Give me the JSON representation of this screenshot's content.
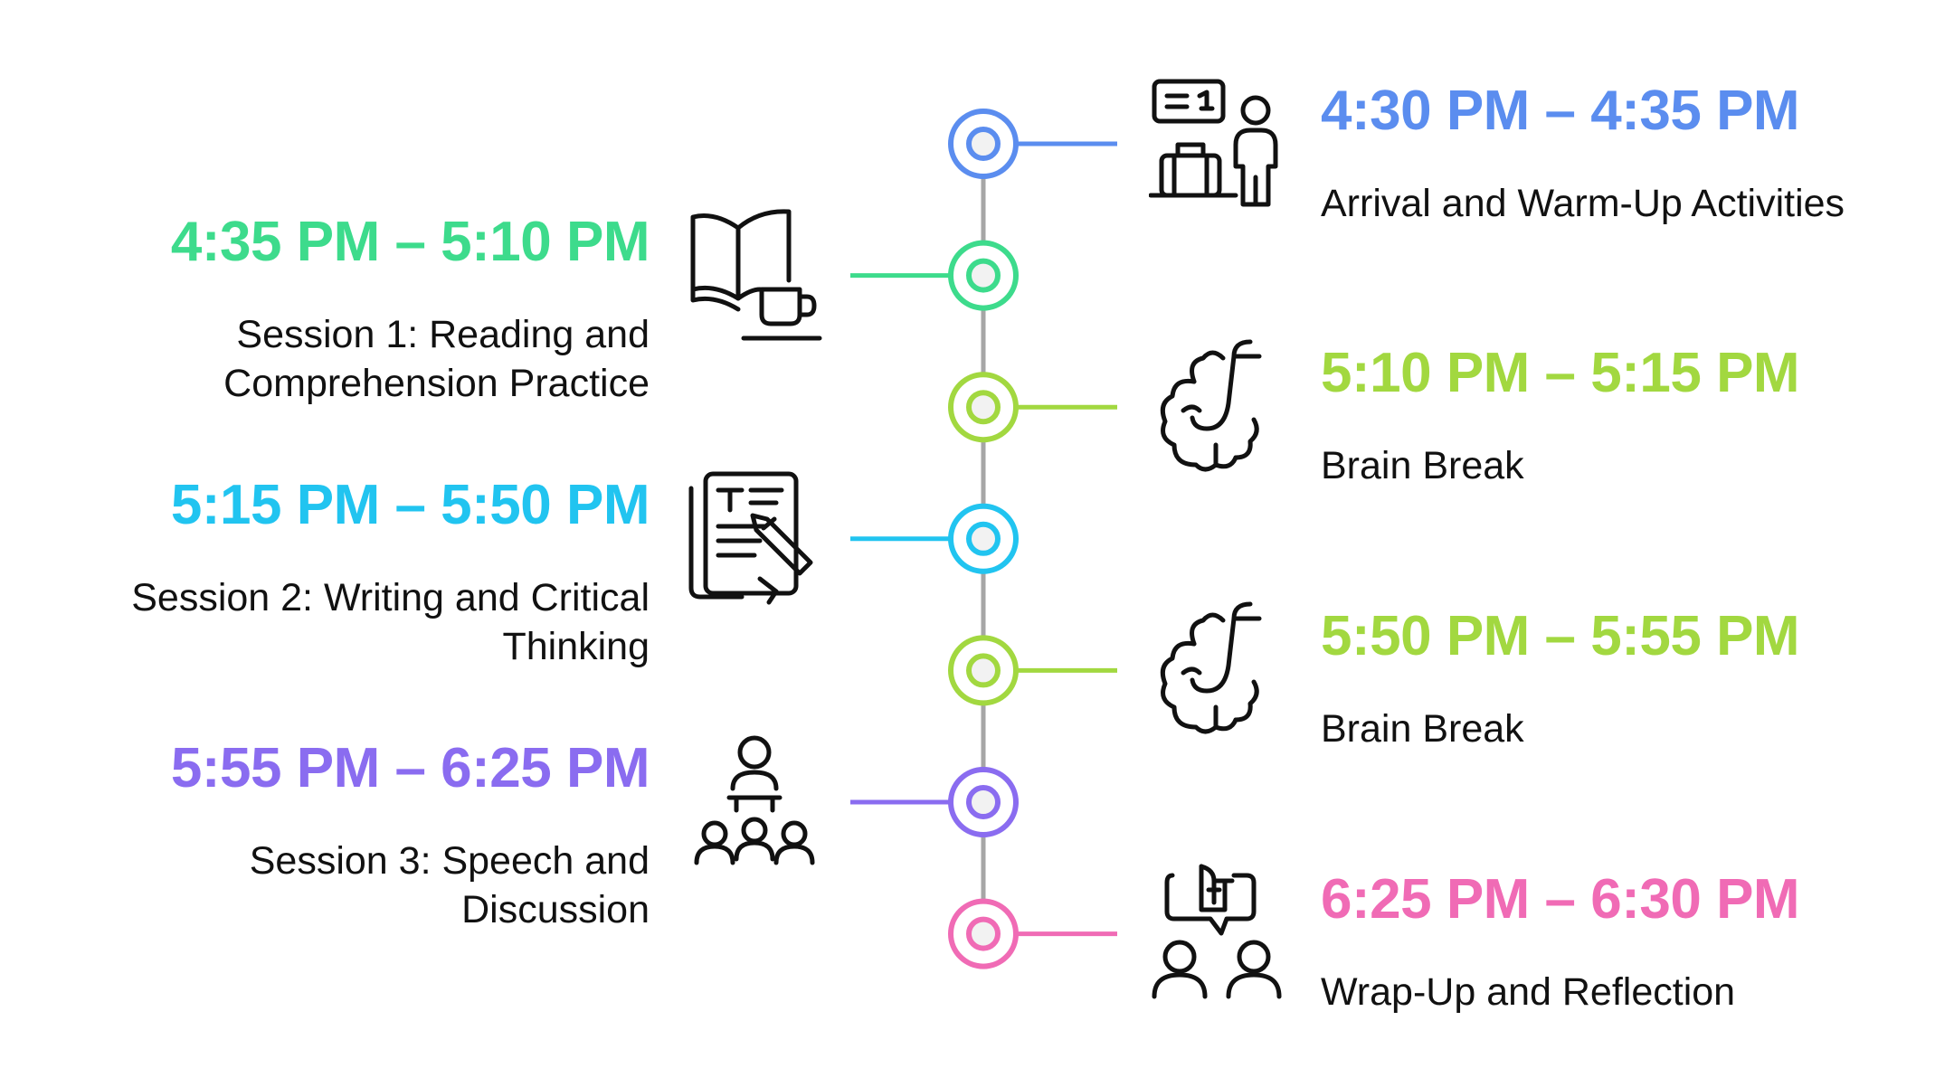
{
  "colors": {
    "axis": "#a6a6a6",
    "icon_stroke": "#111111"
  },
  "events": [
    {
      "side": "right",
      "time": "4:30 PM – 4:35 PM",
      "label": "Arrival and Warm-Up Activities",
      "color": "#5b8def",
      "icon": "arrival-luggage-person-icon"
    },
    {
      "side": "left",
      "time": "4:35 PM – 5:10 PM",
      "label": "Session 1: Reading and Comprehension Practice",
      "color": "#3ddb8c",
      "icon": "book-coffee-icon"
    },
    {
      "side": "right",
      "time": "5:10 PM – 5:15 PM",
      "label": "Brain Break",
      "color": "#a2d840",
      "icon": "brain-break-icon"
    },
    {
      "side": "left",
      "time": "5:15 PM – 5:50 PM",
      "label": "Session 2: Writing and Critical Thinking",
      "color": "#21c4f0",
      "icon": "writing-document-pen-icon"
    },
    {
      "side": "right",
      "time": "5:50 PM – 5:55 PM",
      "label": "Brain Break",
      "color": "#a2d840",
      "icon": "brain-break-icon"
    },
    {
      "side": "left",
      "time": "5:55 PM – 6:25 PM",
      "label": "Session 3: Speech and Discussion",
      "color": "#8a6cf0",
      "icon": "speaker-audience-icon"
    },
    {
      "side": "right",
      "time": "6:25 PM – 6:30 PM",
      "label": "Wrap-Up and Reflection",
      "color": "#f06bb5",
      "icon": "reflection-people-speech-icon"
    }
  ]
}
